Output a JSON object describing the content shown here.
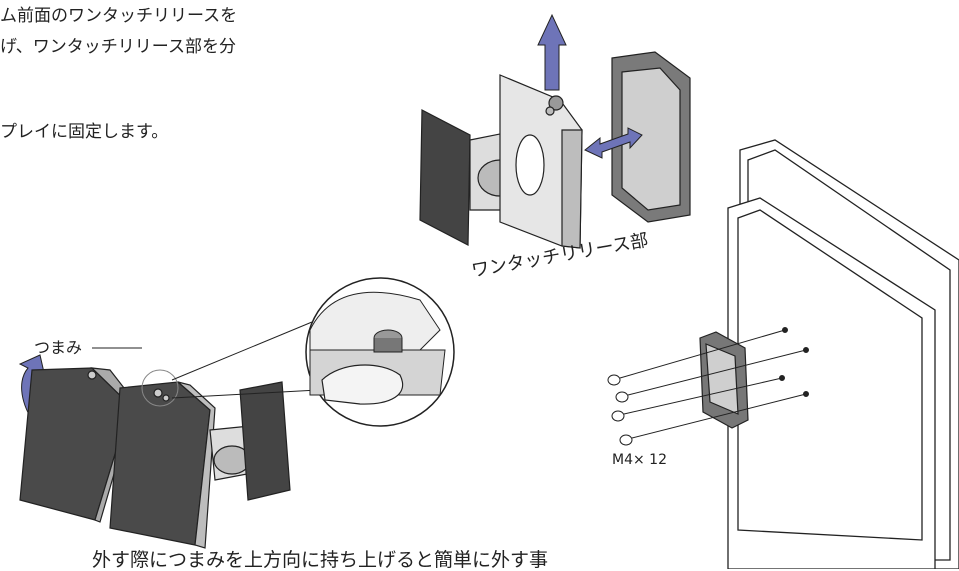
{
  "text": {
    "line1": "ム前面のワンタッチリリースを",
    "line2": "げ、ワンタッチリリース部を分",
    "line3": "プレイに固定します。",
    "label_release": "ワンタッチリリース部",
    "label_knob": "つまみ",
    "label_screw": "M4× 12",
    "caption": "外す際につまみを上方向に持ち上げると簡単に外す事"
  },
  "colors": {
    "arrow": "#6e74b8",
    "panel_dark": "#4a4a4a",
    "line": "#222222"
  }
}
